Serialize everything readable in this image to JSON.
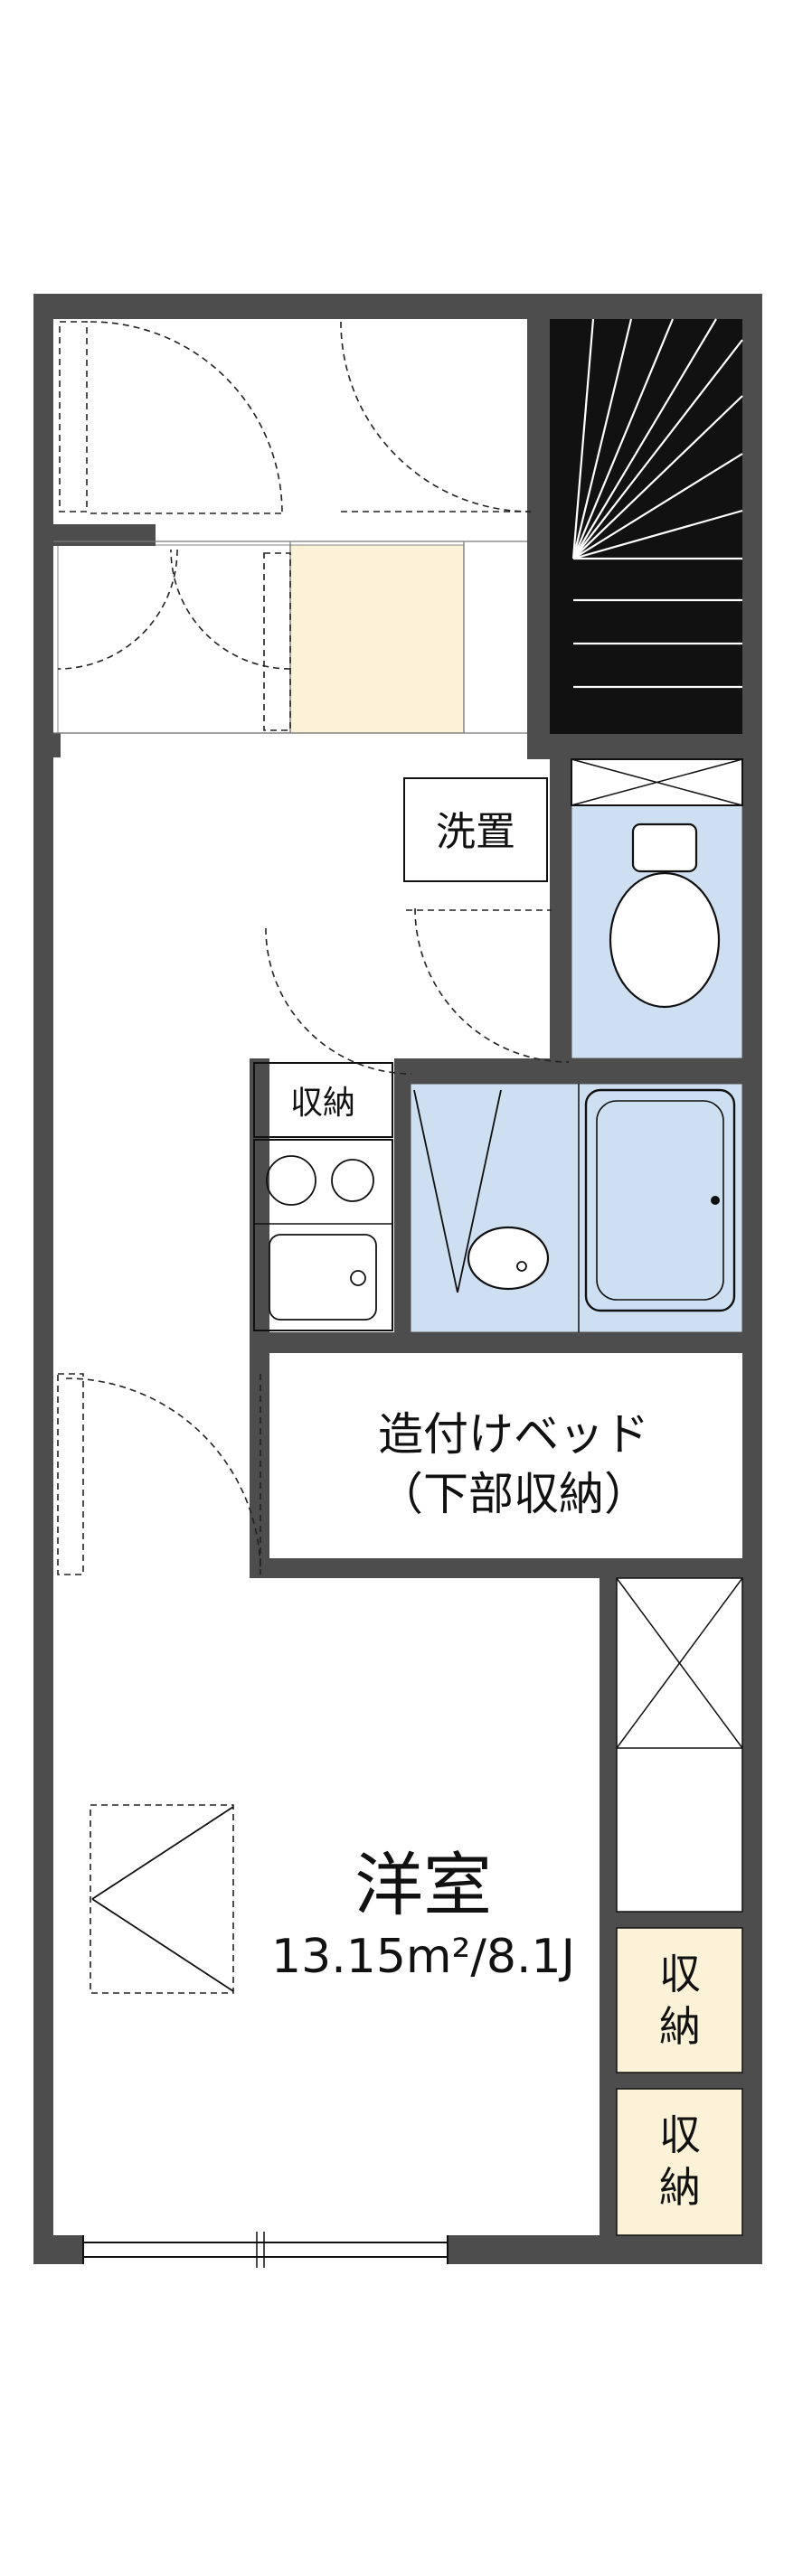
{
  "floorplan": {
    "rooms": {
      "washer": {
        "label": "洗置"
      },
      "kitchen_storage": {
        "label": "収納"
      },
      "bed": {
        "line1": "造付けベッド",
        "line2": "（下部収納）"
      },
      "main_room": {
        "name": "洋室",
        "size": "13.15m²/8.1J"
      },
      "closet_top": {
        "line1": "収",
        "line2": "納"
      },
      "closet_bottom": {
        "line1": "収",
        "line2": "納"
      }
    },
    "colors": {
      "wall": "#4d4d4d",
      "water_area": "#cfdff2",
      "storage_fill": "#fcf2d8",
      "stairs": "#111111",
      "background": "#ffffff"
    }
  }
}
